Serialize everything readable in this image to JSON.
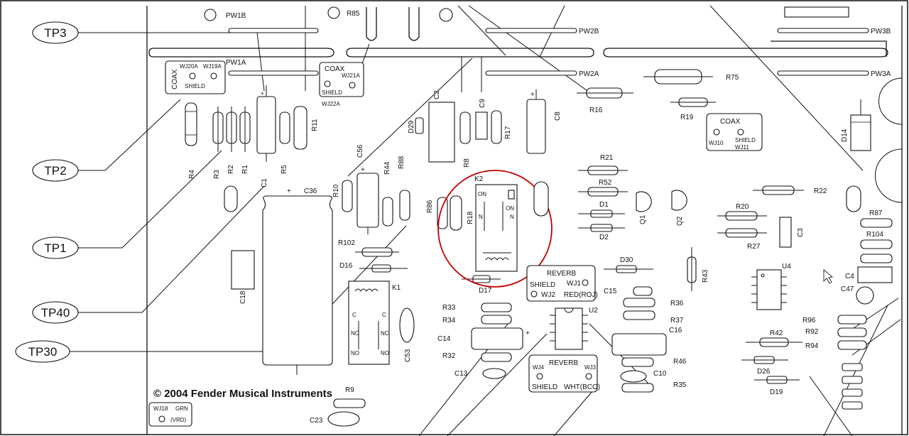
{
  "copyright": "© 2004 Fender Musical Instruments",
  "test_points": [
    {
      "id": "tp3",
      "label": "TP3"
    },
    {
      "id": "tp2",
      "label": "TP2"
    },
    {
      "id": "tp1",
      "label": "TP1"
    },
    {
      "id": "tp40",
      "label": "TP40"
    },
    {
      "id": "tp30",
      "label": "TP30"
    }
  ],
  "pads": {
    "pw1b": "PW1B",
    "pw1a": "PW1A",
    "pw2b": "PW2B",
    "pw2a": "PW2A",
    "pw3b": "PW3B",
    "pw3a": "PW3A"
  },
  "coax_blocks": [
    {
      "id": "a",
      "title": "COAX",
      "l1": "WJ20A",
      "l2": "WJ19A",
      "l3": "SHIELD"
    },
    {
      "id": "b",
      "title": "COAX",
      "l1": "WJ21A",
      "l2": "SHIELD",
      "l3": "WJ22A"
    },
    {
      "id": "c",
      "title": "COAX",
      "l1": "WJ10",
      "l2": "SHIELD",
      "l3": "WJ11"
    }
  ],
  "reverb_blocks": [
    {
      "id": "a",
      "title": "REVERB",
      "l1": "SHIELD",
      "l2": "WJ1",
      "l3": "WJ2",
      "l4": "RED(ROJ)"
    },
    {
      "id": "b",
      "title": "REVERB",
      "l1": "WJ4",
      "l2": "WJ3",
      "l3": "SHIELD",
      "l4": "WHT(BCO)"
    }
  ],
  "wj18": {
    "l1": "WJ18",
    "l2": "GRN",
    "l3": "(VRD)"
  },
  "relays": {
    "k1": "K1",
    "k2": "K2",
    "k1_pins": [
      "C",
      "C",
      "NC",
      "NC",
      "NO",
      "NO"
    ],
    "k2_pins": [
      "ON",
      "ON",
      "N",
      "N"
    ]
  },
  "ics": {
    "u2": "U2",
    "u4": "U4"
  },
  "components": {
    "R85": "R85",
    "R4": "R4",
    "R3": "R3",
    "R2": "R2",
    "R1": "R1",
    "R5": "R5",
    "R11": "R11",
    "C1": "C1",
    "C36": "C36",
    "C56": "C56",
    "R10": "R10",
    "R44": "R44",
    "R88": "R88",
    "R102": "R102",
    "D16": "D16",
    "C18": "C18",
    "C53": "C53",
    "R9": "R9",
    "C23": "C23",
    "C2": "C2",
    "D29": "D29",
    "R8": "R8",
    "C9": "C9",
    "R17": "R17",
    "C8": "C8",
    "R86": "R86",
    "R18": "R18",
    "D17": "D17",
    "R16": "R16",
    "R75": "R75",
    "R19": "R19",
    "R21": "R21",
    "R52": "R52",
    "D1": "D1",
    "D2": "D2",
    "Q1": "Q1",
    "Q2": "Q2",
    "D30": "D30",
    "R20": "R20",
    "R27": "R27",
    "C3": "C3",
    "R43": "R43",
    "C15": "C15",
    "R36": "R36",
    "R37": "R37",
    "C16": "C16",
    "R46": "R46",
    "C10": "C10",
    "R35": "R35",
    "R33": "R33",
    "R34": "R34",
    "C14": "C14",
    "R32": "R32",
    "C13": "C13",
    "R22": "R22",
    "R87": "R87",
    "R104": "R104",
    "C4": "C4",
    "C47": "C47",
    "D14": "D14",
    "R96": "R96",
    "R92": "R92",
    "R94": "R94",
    "R42": "R42",
    "D26": "D26",
    "D19": "D19"
  },
  "colors": {
    "ink": "#111111",
    "highlight": "#c40000",
    "background": "#ffffff"
  }
}
